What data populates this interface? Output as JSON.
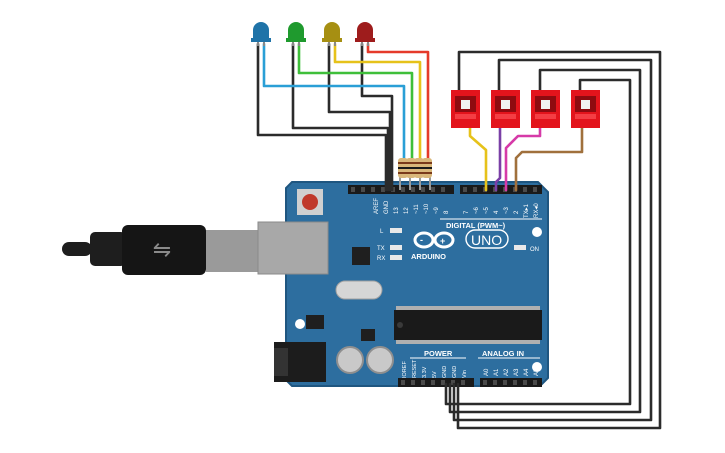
{
  "board": {
    "brand": "ARDUINO",
    "model": "UNO",
    "digital_label": "DIGITAL (PWM~)",
    "power_label": "POWER",
    "analog_label": "ANALOG IN",
    "on_label": "ON",
    "led_l": "L",
    "led_tx": "TX",
    "led_rx": "RX",
    "pins_digital": [
      "AREF",
      "GND",
      "13",
      "12",
      "~11",
      "~10",
      "~9",
      "8",
      "7",
      "~6",
      "~5",
      "4",
      "~3",
      "2",
      "TX▸1",
      "RX◂0"
    ],
    "pins_power": [
      "IOREF",
      "RESET",
      "3.3V",
      "5V",
      "GND",
      "GND",
      "Vin"
    ],
    "pins_analog": [
      "A0",
      "A1",
      "A2",
      "A3",
      "A4",
      "A5"
    ]
  },
  "leds": [
    {
      "color": "blue",
      "hex": "#1f73a8"
    },
    {
      "color": "green",
      "hex": "#1f9a2e"
    },
    {
      "color": "yellow",
      "hex": "#a68f12"
    },
    {
      "color": "red",
      "hex": "#9e1c1c"
    }
  ],
  "switches": [
    {
      "wire_hex": "#e6c21a"
    },
    {
      "wire_hex": "#7a3fa6"
    },
    {
      "wire_hex": "#d63aa8"
    },
    {
      "wire_hex": "#a0703c"
    }
  ],
  "colors": {
    "board": "#2d6e9f",
    "board_edge": "#1f5680",
    "switch_body": "#e3141c",
    "ground_wire": "#2b2b2b",
    "cable": "#1e1e1e"
  }
}
